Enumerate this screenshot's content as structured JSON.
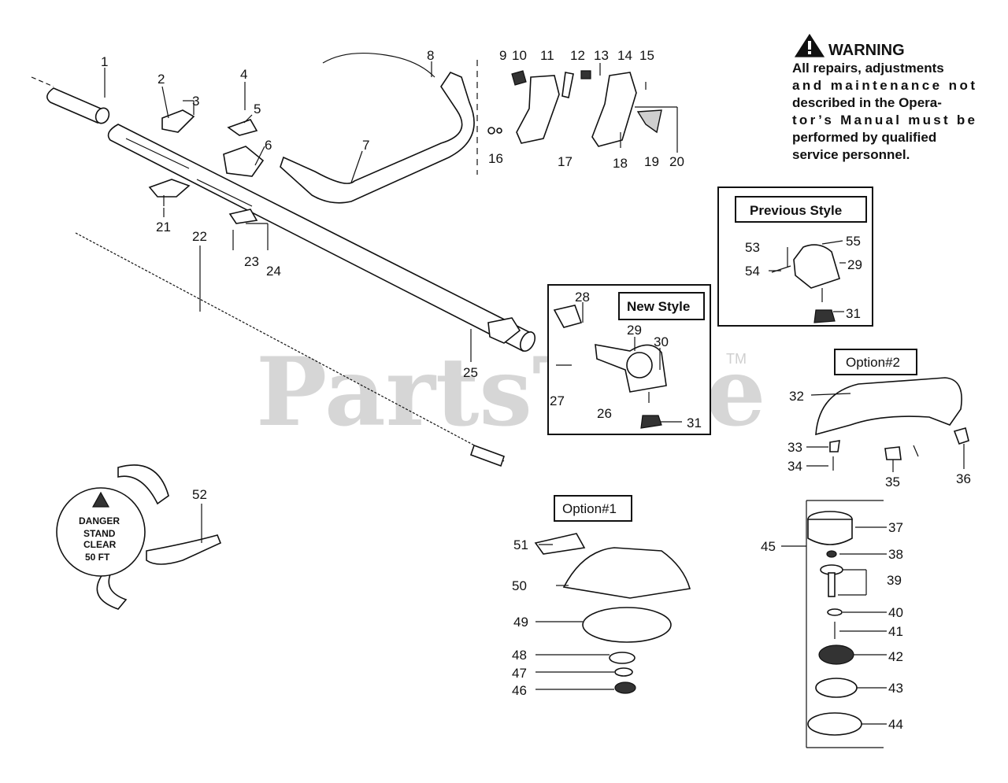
{
  "warning": {
    "title": "WARNING",
    "lines": [
      "All repairs, adjustments",
      "and maintenance not",
      "described in the Opera-",
      "tor’s Manual must be",
      "performed by qualified",
      "service personnel."
    ]
  },
  "boxes": {
    "previous_style": "Previous Style",
    "new_style": "New Style",
    "option1": "Option#1",
    "option2": "Option#2"
  },
  "watermark": {
    "text": "PartsTree",
    "tm": "TM"
  },
  "danger_sign": {
    "lines": [
      "DANGER",
      "STAND",
      "CLEAR",
      "50 FT"
    ]
  },
  "part_numbers": [
    "1",
    "2",
    "3",
    "4",
    "5",
    "6",
    "7",
    "8",
    "9",
    "10",
    "11",
    "12",
    "13",
    "14",
    "15",
    "16",
    "17",
    "18",
    "19",
    "20",
    "21",
    "22",
    "23",
    "24",
    "25",
    "26",
    "27",
    "28",
    "29",
    "30",
    "31",
    "29",
    "31",
    "32",
    "33",
    "34",
    "35",
    "36",
    "37",
    "38",
    "39",
    "40",
    "41",
    "42",
    "43",
    "44",
    "45",
    "46",
    "47",
    "48",
    "49",
    "50",
    "51",
    "52",
    "53",
    "54",
    "55"
  ]
}
